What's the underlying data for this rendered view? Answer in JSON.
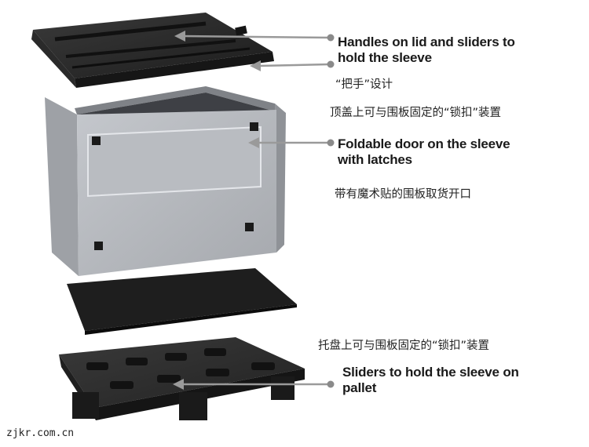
{
  "labels": {
    "lid_en_line1": "Handles on lid and sliders to",
    "lid_en_line2": "hold the sleeve",
    "lid_zh_handle": "“把手”设计",
    "lid_zh_lock": "顶盖上可与围板固定的“锁扣”装置",
    "door_en_line1": "Foldable door on the sleeve",
    "door_en_line2": "with latches",
    "door_zh": "带有魔术贴的围板取货开口",
    "pallet_zh": "托盘上可与围板固定的“锁扣”装置",
    "pallet_en_line1": "Sliders to hold the sleeve on",
    "pallet_en_line2": "pallet"
  },
  "watermark": "zjkr.com.cn",
  "colors": {
    "sleeve": "#b4b7bc",
    "lid": "#262626",
    "pallet": "#2b2b2b",
    "liner": "#1e1e1e",
    "arrow": "#9a9a9a"
  }
}
